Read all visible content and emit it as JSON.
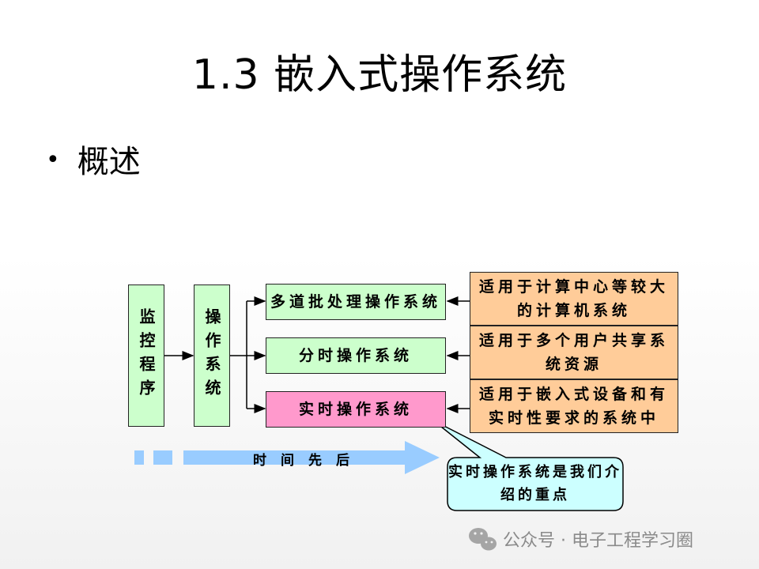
{
  "title": "1.3  嵌入式操作系统",
  "bullet": {
    "symbol": "•",
    "text": "概述"
  },
  "diagram": {
    "monitor": "监控程序",
    "os": "操作系统",
    "types": [
      {
        "name": "多道批处理操作系统",
        "desc": "适用于计算中心等较大的计算机系统"
      },
      {
        "name": "分时操作系统",
        "desc": "适用于多个用户共享系统资源"
      },
      {
        "name": "实时操作系统",
        "desc": "适用于嵌入式设备和有实时性要求的系统中"
      }
    ],
    "timeline": "时间先后",
    "callout": "实时操作系统是我们介绍的重点"
  },
  "colors": {
    "green": "#ccffcc",
    "pink": "#ff99cc",
    "orange": "#ffcc99",
    "callout": "#ccffff",
    "arrow": "#99ccff"
  },
  "watermark": {
    "icon": "wechat-icon",
    "text": "公众号 · 电子工程学习圈"
  }
}
